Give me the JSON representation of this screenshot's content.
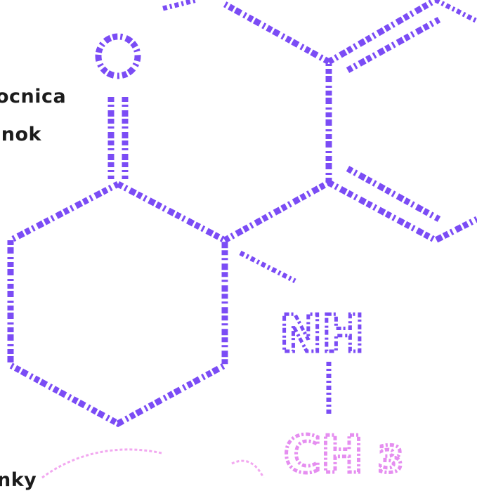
{
  "text": {
    "line1": "ocnica",
    "line2": "inok",
    "line3": "nky"
  },
  "labels": {
    "oxygen": "O",
    "amine": "NH",
    "methyl_main": "CH",
    "methyl_sub": "3"
  },
  "colors": {
    "bond": "#7b4cf5",
    "methyl": "#e58ef0",
    "text": "#1c1c1c"
  }
}
